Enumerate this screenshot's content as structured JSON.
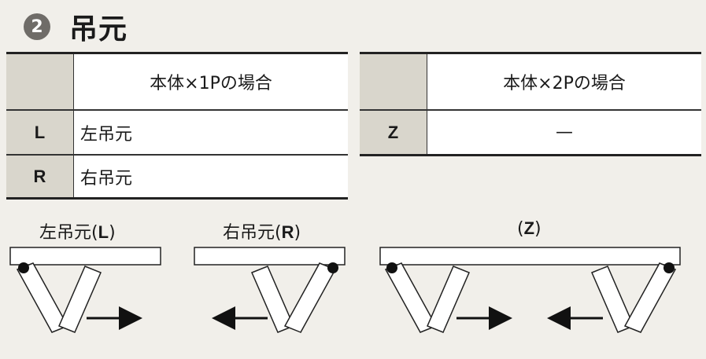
{
  "header": {
    "number": "2",
    "title": "吊元"
  },
  "table_1p": {
    "header_label": "本体×1Pの場合",
    "rows": [
      {
        "code": "L",
        "value": "左吊元"
      },
      {
        "code": "R",
        "value": "右吊元"
      }
    ]
  },
  "table_2p": {
    "header_label": "本体×2Pの場合",
    "rows": [
      {
        "code": "Z",
        "value": "—"
      }
    ]
  },
  "diagrams": [
    {
      "label_text": "左吊元",
      "paren_open": "(",
      "code": "L",
      "paren_close": ")"
    },
    {
      "label_text": "右吊元",
      "paren_open": "(",
      "code": "R",
      "paren_close": ")"
    },
    {
      "label_text": "",
      "paren_open": "(",
      "code": "Z",
      "paren_close": ")"
    }
  ]
}
